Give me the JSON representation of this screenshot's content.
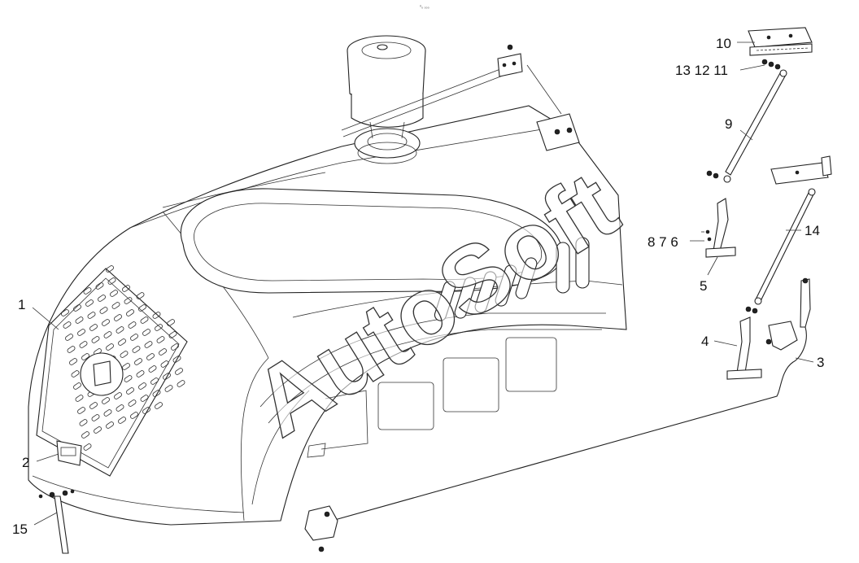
{
  "header": {
    "code": "⁰₀ ₀₀₀"
  },
  "watermark": {
    "text": "AutoSoft"
  },
  "callouts": [
    {
      "id": "1",
      "text": "1"
    },
    {
      "id": "2",
      "text": "2"
    },
    {
      "id": "3",
      "text": "3"
    },
    {
      "id": "4",
      "text": "4"
    },
    {
      "id": "5",
      "text": "5"
    },
    {
      "id": "876",
      "text": "8 7 6"
    },
    {
      "id": "9",
      "text": "9"
    },
    {
      "id": "10",
      "text": "10"
    },
    {
      "id": "131211",
      "text": "13 12 11"
    },
    {
      "id": "14",
      "text": "14"
    },
    {
      "id": "15",
      "text": "15"
    }
  ]
}
